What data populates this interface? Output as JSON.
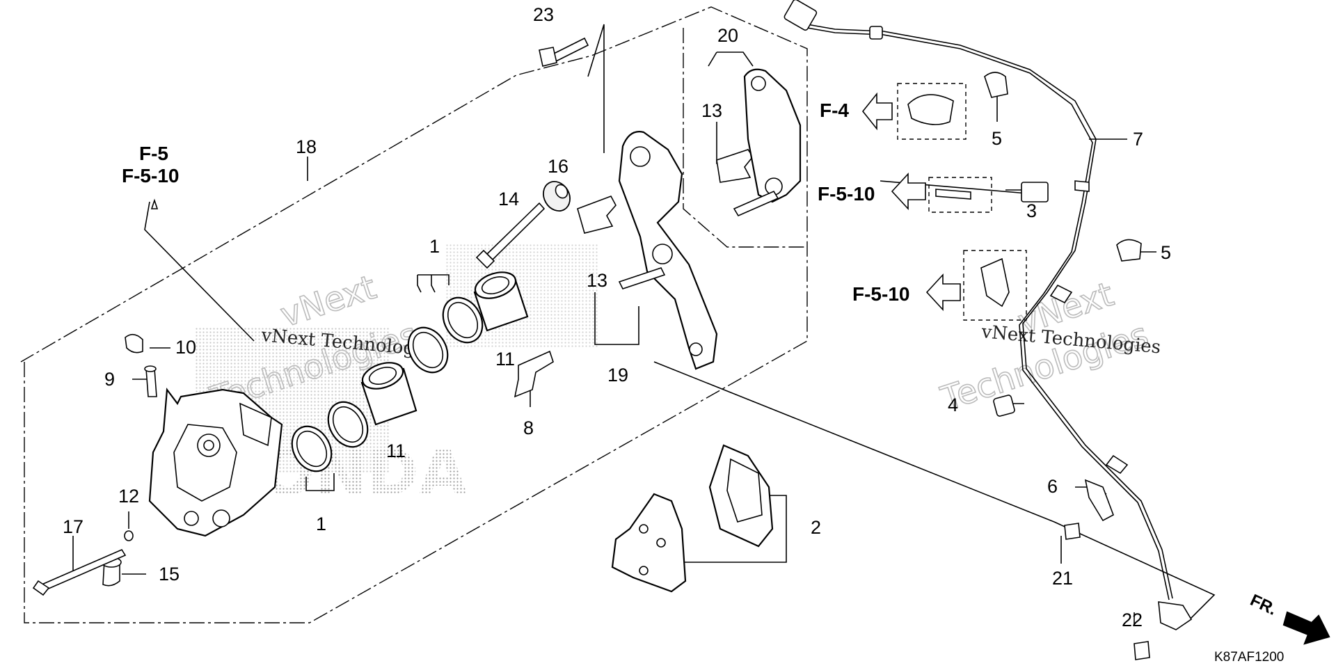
{
  "diagram": {
    "callouts": {
      "c23": "23",
      "c20": "20",
      "c18": "18",
      "c16": "16",
      "c14": "14",
      "c13a": "13",
      "c13b": "13",
      "c1a": "1",
      "c1b": "1",
      "c11a": "11",
      "c11b": "11",
      "c10": "10",
      "c9": "9",
      "c8": "8",
      "c19": "19",
      "c12": "12",
      "c17": "17",
      "c15": "15",
      "c2": "2",
      "c7": "7",
      "c5a": "5",
      "c5b": "5",
      "c3": "3",
      "c4": "4",
      "c6": "6",
      "c21": "21",
      "c22": "22"
    },
    "refs": {
      "f5": "F-5",
      "f510_left": "F-5-10",
      "f4": "F-4",
      "f510_mid": "F-5-10",
      "f510_low": "F-5-10"
    },
    "direction_label": "FR.",
    "diagram_code": "K87AF1200",
    "watermarks": {
      "left_small": "vNext Technologies",
      "right_small": "vNext Technologies",
      "left_big_1": "vNext",
      "left_big_2": "Technologies",
      "right_big_1": "vNext",
      "right_big_2": "Technologies",
      "brand": "HONDA"
    }
  }
}
